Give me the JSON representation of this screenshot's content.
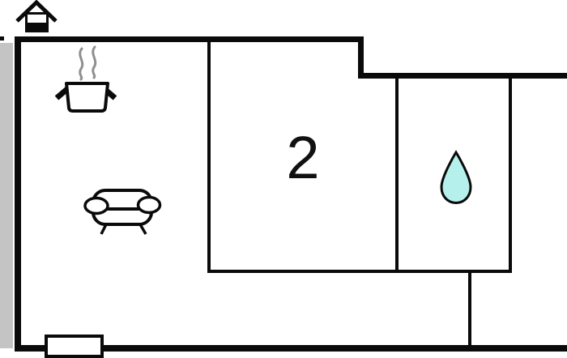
{
  "plan": {
    "type": "apartment floor plan",
    "rooms": {
      "living_kitchen": {
        "name": "living-room-with-kitchen",
        "icons": [
          "stove-pot-icon",
          "sofa-icon"
        ]
      },
      "bedroom": {
        "label": "2"
      },
      "bathroom": {
        "icon": "water-drop-icon"
      }
    },
    "entrance": {
      "icon": "entrance-house-icon"
    },
    "features": [
      "window-marker",
      "exterior-wall-strip"
    ]
  },
  "colors": {
    "wall": "#0a0a0a",
    "background": "#ffffff",
    "exterior_strip": "#c4c4c4",
    "steam": "#8f8f8f",
    "drop_fill": "#b5f0ec"
  }
}
